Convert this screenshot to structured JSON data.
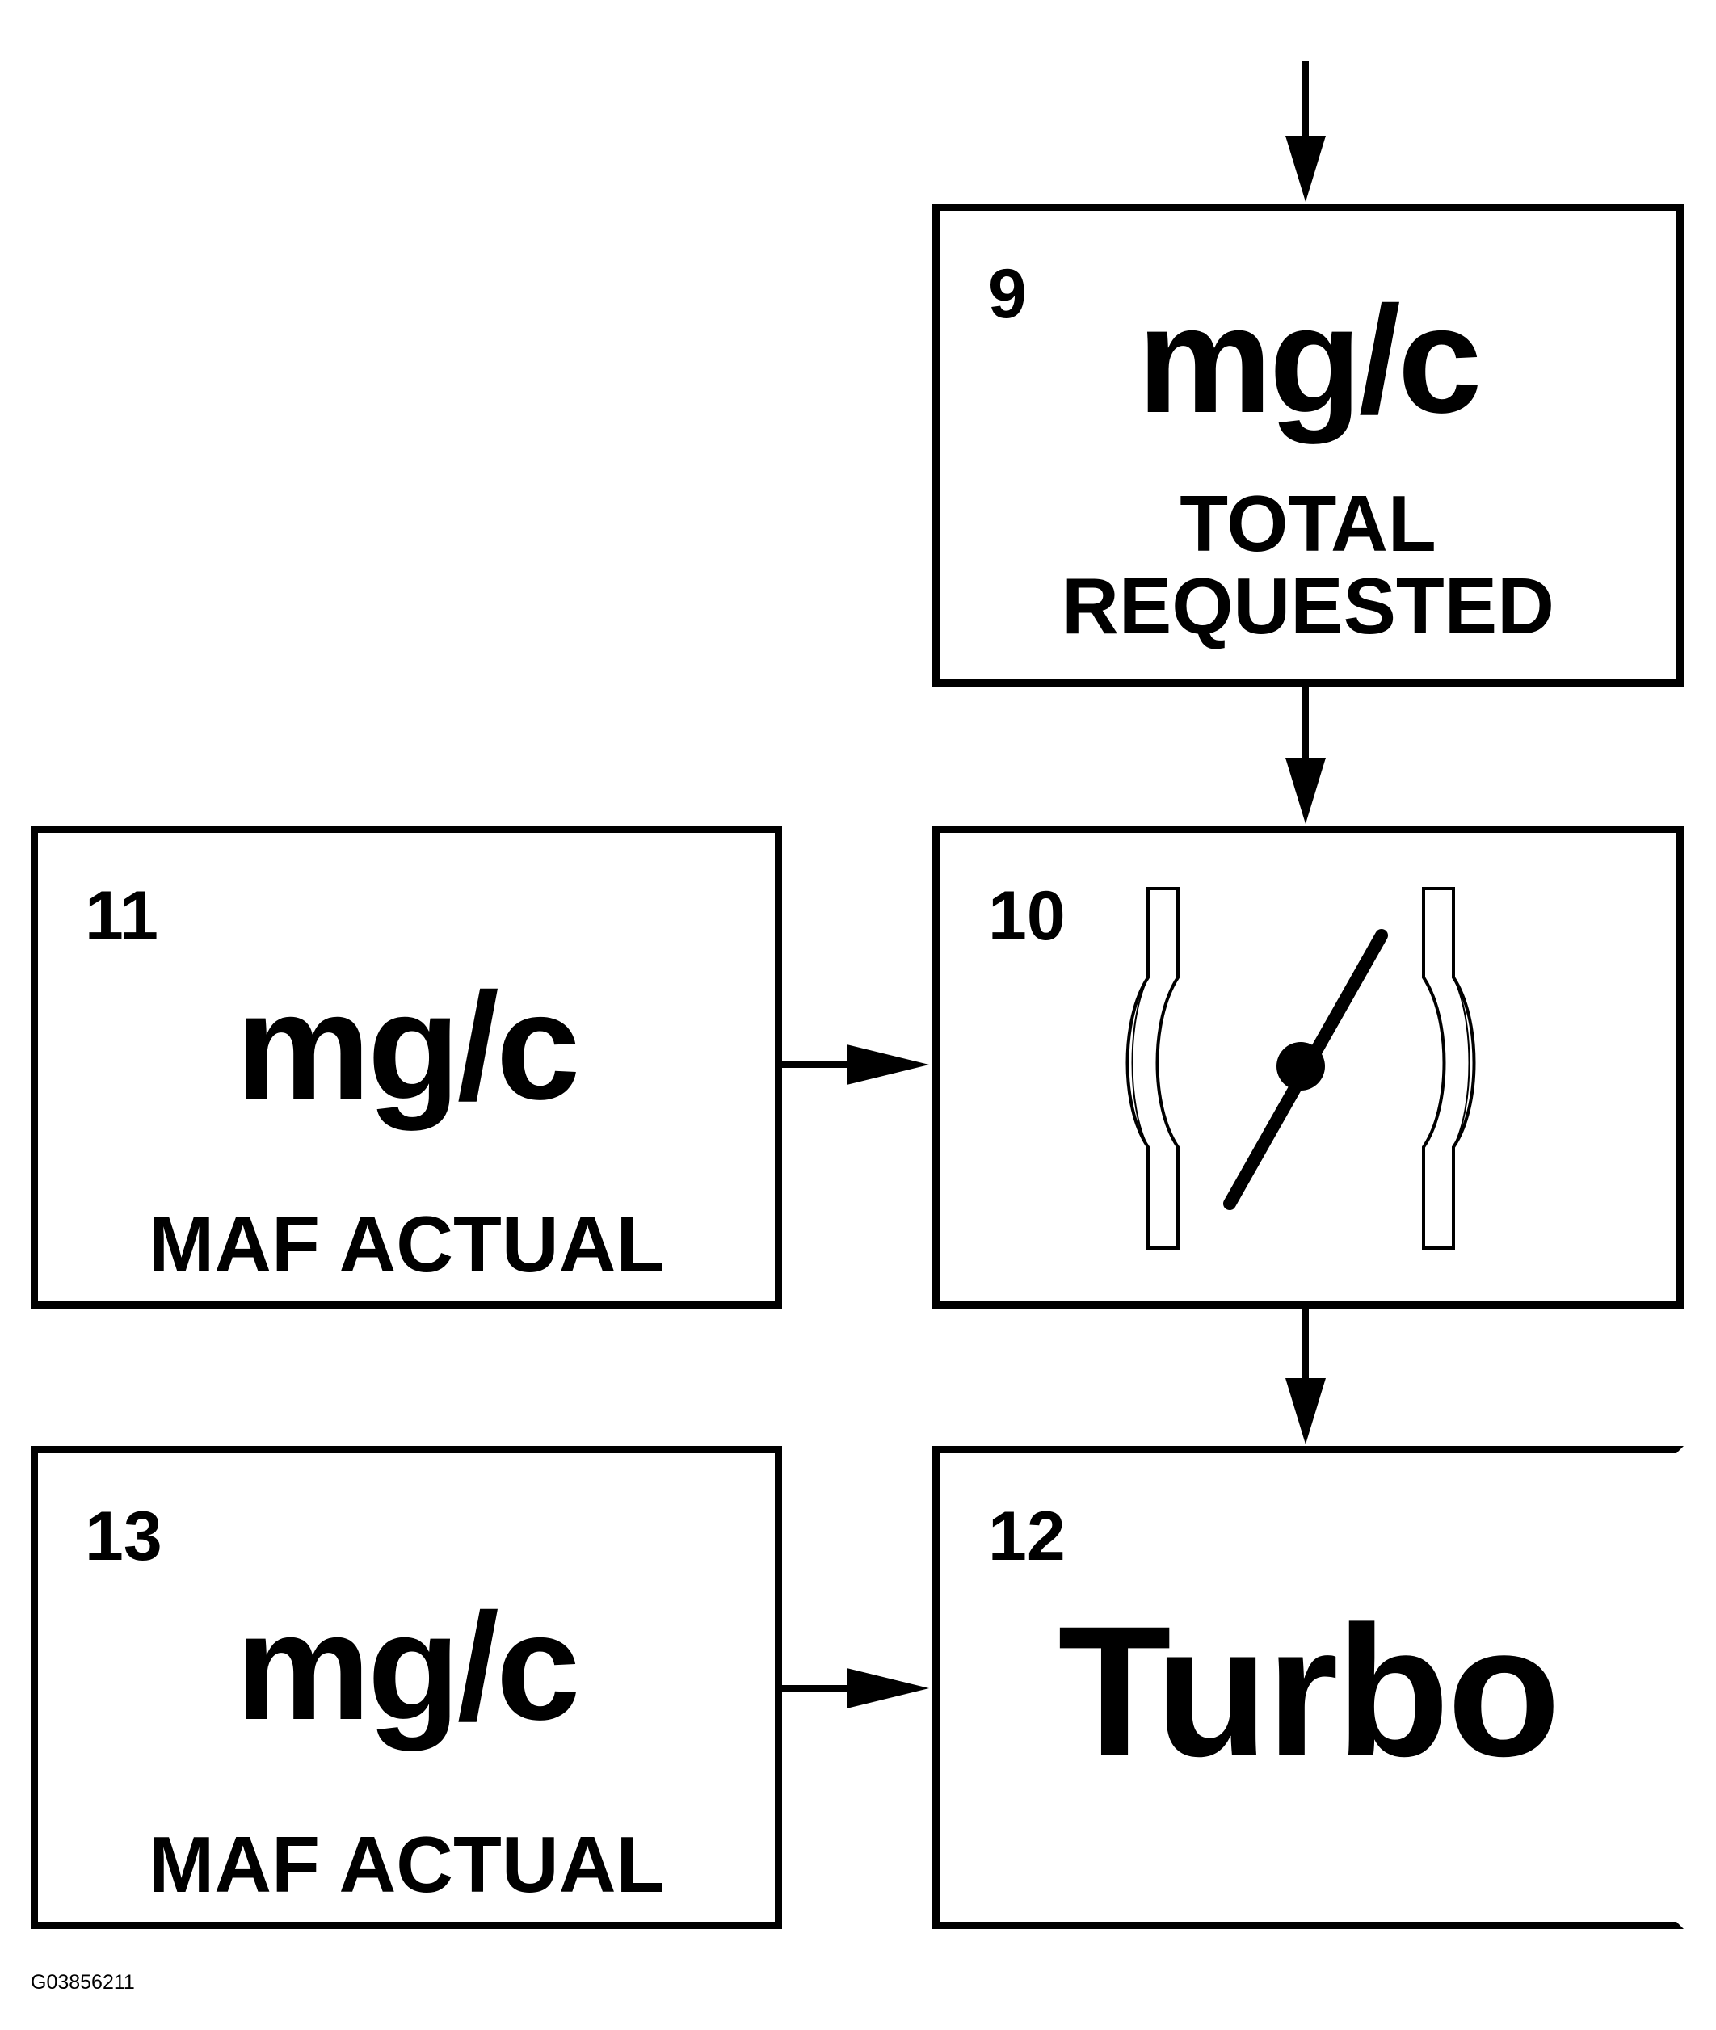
{
  "blocks": {
    "b9": {
      "number": "9",
      "unit": "mg/c",
      "label_line1": "TOTAL",
      "label_line2": "REQUESTED"
    },
    "b10": {
      "number": "10",
      "symbol": "throttle-valve"
    },
    "b11": {
      "number": "11",
      "unit": "mg/c",
      "label": "MAF ACTUAL"
    },
    "b12": {
      "number": "12",
      "text": "Turbo"
    },
    "b13": {
      "number": "13",
      "unit": "mg/c",
      "label": "MAF ACTUAL"
    }
  },
  "figure_id": "G03856211"
}
